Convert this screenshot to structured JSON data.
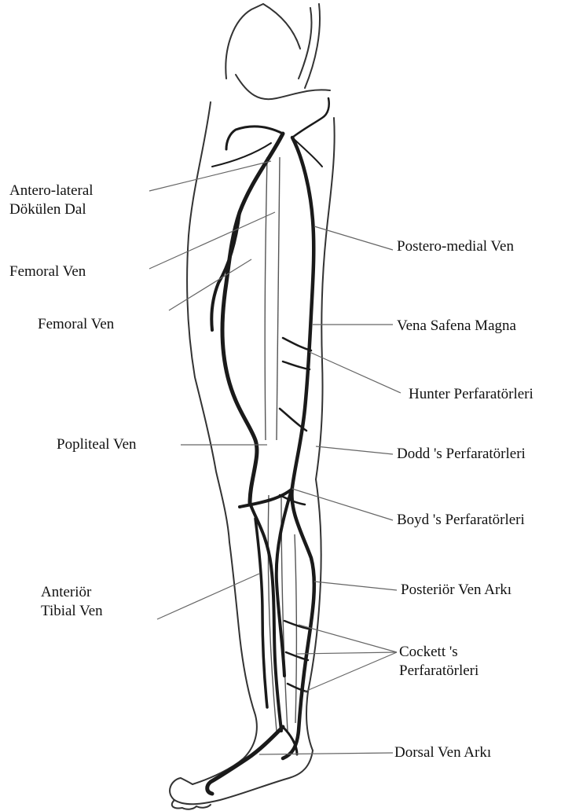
{
  "diagram": {
    "colors": {
      "outline": "#333333",
      "vein": "#1a1a1a",
      "leader": "#666666",
      "background": "#ffffff"
    },
    "labels": {
      "antero_lateral": [
        "Antero-lateral",
        "Dökülen Dal"
      ],
      "femoral_1": "Femoral Ven",
      "femoral_2": "Femoral Ven",
      "popliteal": "Popliteal Ven",
      "anterior_tibial": [
        "Anteriör",
        "Tibial Ven"
      ],
      "postero_medial": "Postero-medial Ven",
      "vena_safena": "Vena Safena Magna",
      "hunter": "Hunter Perfaratörleri",
      "dodd": "Dodd 's Perfaratörleri",
      "boyd": "Boyd 's Perfaratörleri",
      "posterior_arc": "Posteriör Ven Arkı",
      "cockett": [
        "Cockett 's",
        "Perfaratörleri"
      ],
      "dorsal_arc": "Dorsal Ven Arkı"
    }
  }
}
